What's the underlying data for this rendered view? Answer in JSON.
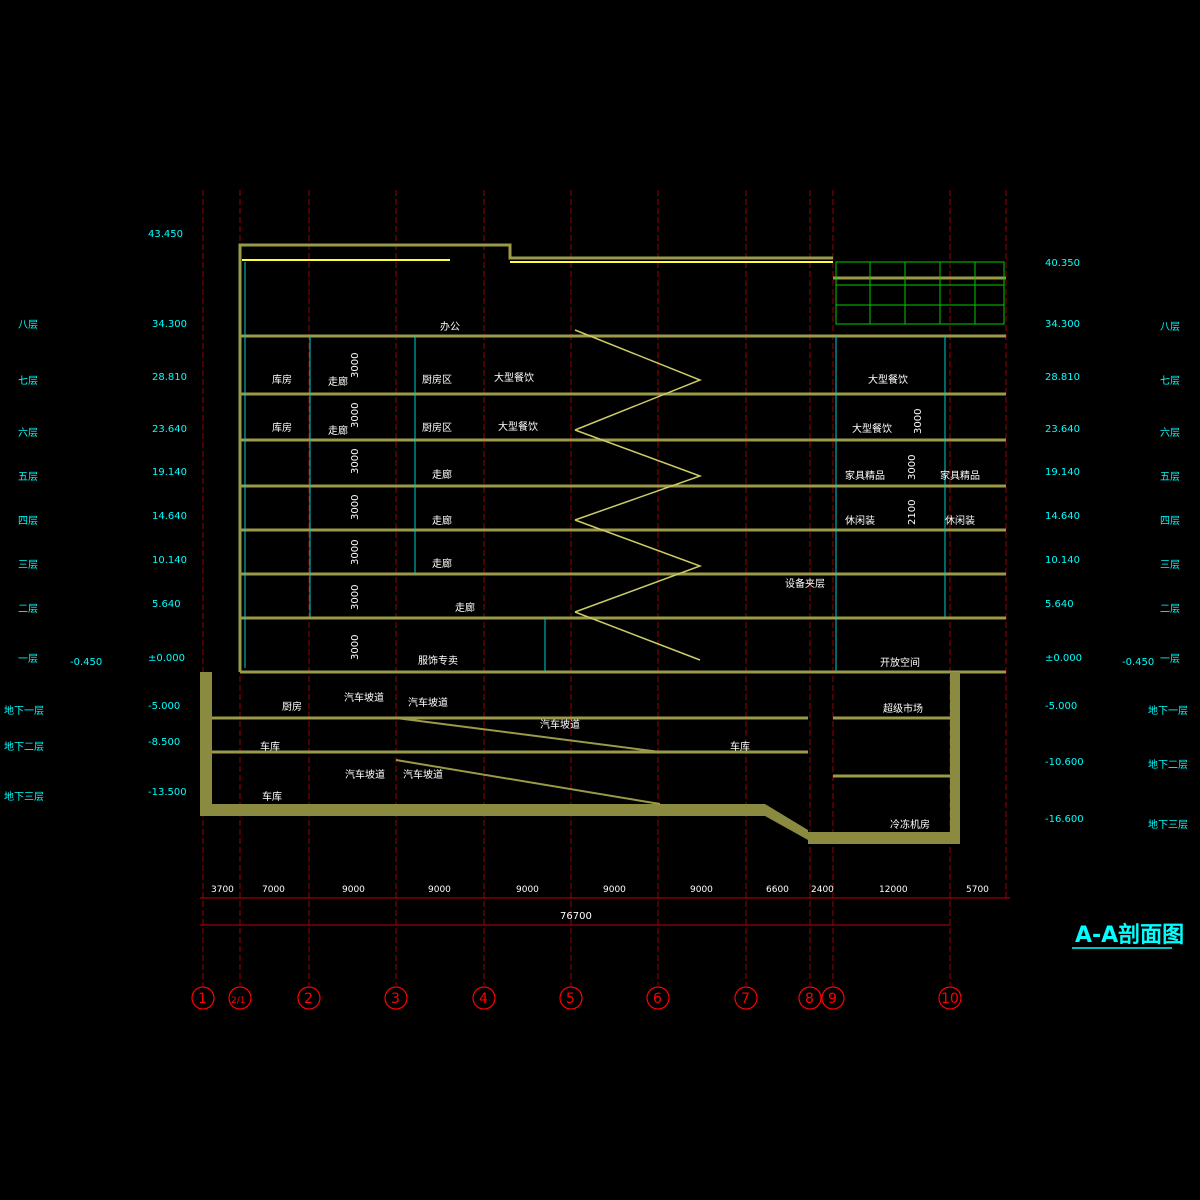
{
  "drawing": {
    "title": "A-A剖面图",
    "total_span": "76700",
    "grid_axes": [
      "1",
      "2/1",
      "2",
      "3",
      "4",
      "5",
      "6",
      "7",
      "8",
      "9",
      "10"
    ],
    "bay_dimensions": [
      "3700",
      "7000",
      "9000",
      "9000",
      "9000",
      "9000",
      "9000",
      "6600",
      "2400",
      "12000",
      "5700"
    ],
    "floors_left": [
      "八层",
      "七层",
      "六层",
      "五层",
      "四层",
      "三层",
      "二层",
      "一层",
      "地下一层",
      "地下二层",
      "地下三层"
    ],
    "elevations_left": [
      "43.450",
      "34.300",
      "28.810",
      "23.640",
      "19.140",
      "14.640",
      "10.140",
      "5.640",
      "±0.000",
      "-5.000",
      "-8.500",
      "-13.500"
    ],
    "elevations_right": [
      "40.350",
      "34.300",
      "28.810",
      "23.640",
      "19.140",
      "14.640",
      "10.140",
      "5.640",
      "±0.000",
      "-5.000",
      "-10.600",
      "-16.600"
    ],
    "floors_right": [
      "八层",
      "七层",
      "六层",
      "五层",
      "四层",
      "三层",
      "二层",
      "一层",
      "地下一层",
      "地下二层",
      "地下三层"
    ],
    "rooms": [
      "库房",
      "走廊",
      "厨房区",
      "大型餐饮",
      "库房",
      "走廊",
      "厨房区",
      "大型餐饮",
      "走廊",
      "走廊",
      "走廊",
      "走廊",
      "服饰专卖",
      "开放空间",
      "超级市场",
      "冷冻机房",
      "车库",
      "车库",
      "车库",
      "厨房",
      "汽车坡道",
      "汽车坡道",
      "汽车坡道",
      "汽车坡道",
      "汽车坡道",
      "大型餐饮",
      "大型餐饮",
      "家具精品",
      "家具精品",
      "休闲装",
      "休闲装",
      "设备夹层",
      "办公"
    ],
    "special_marks": [
      "-0.450",
      "-0.450",
      "3000",
      "3000",
      "3000",
      "3000",
      "3000",
      "3000",
      "3000",
      "3000",
      "3000",
      "2100"
    ]
  }
}
